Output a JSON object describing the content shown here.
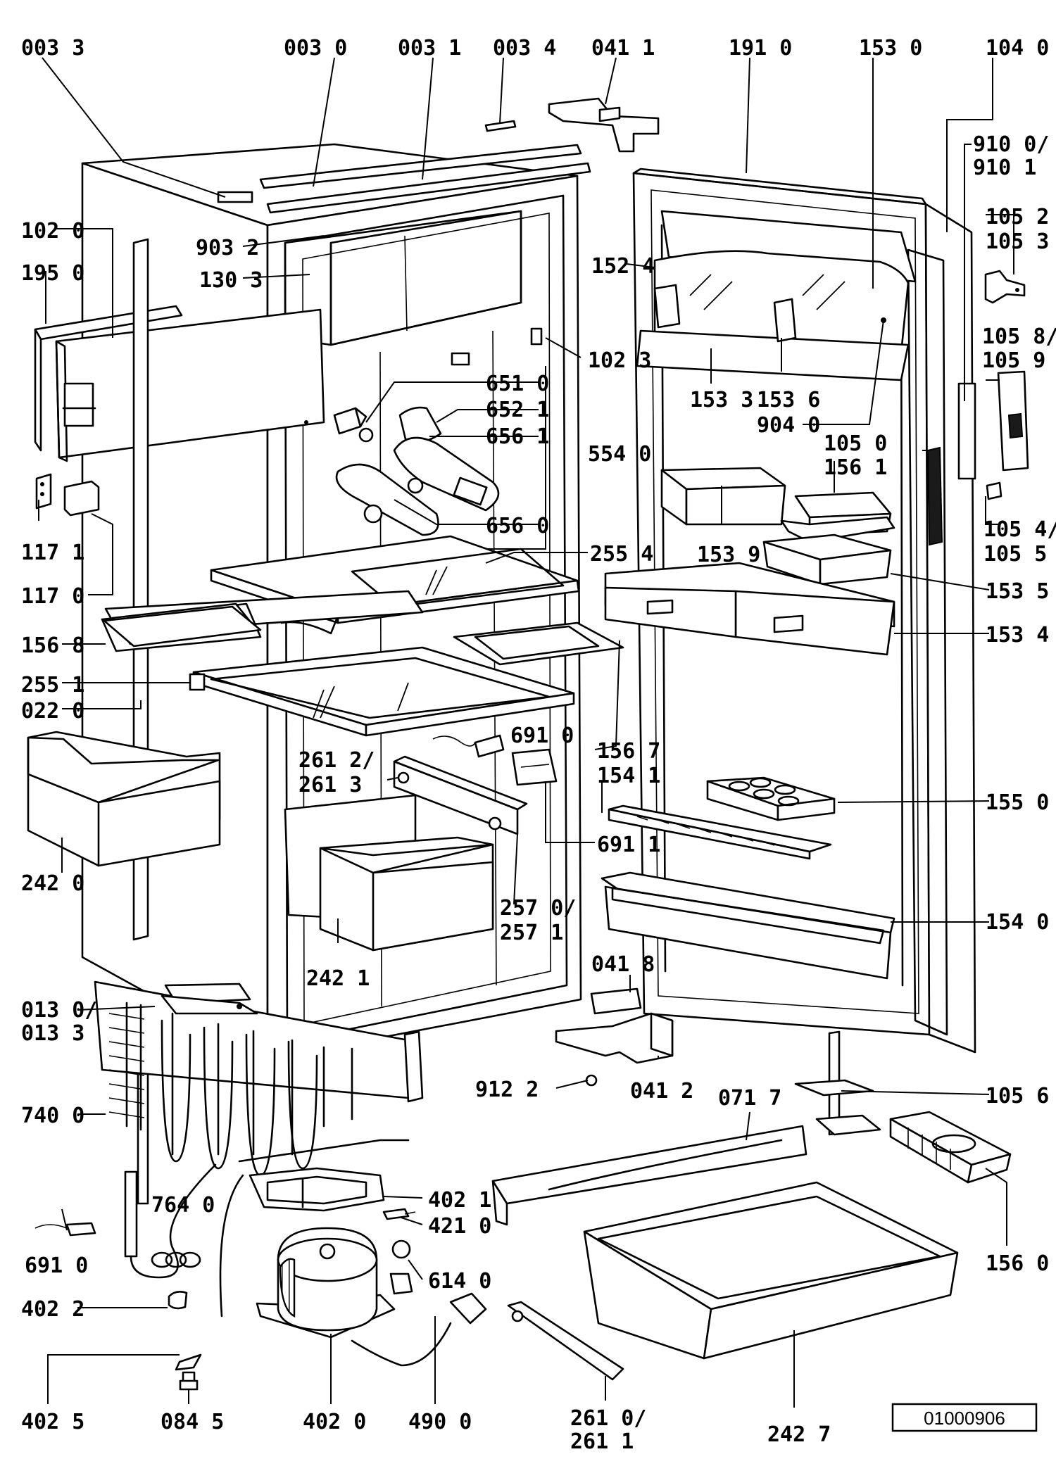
{
  "labels": [
    "003 3",
    "003 0",
    "003 1",
    "003 4",
    "041 1",
    "191 0",
    "153 0",
    "104 0",
    "910 0/",
    "910 1",
    "105 2",
    "105 3",
    "102 0",
    "903 2",
    "195 0",
    "130 3",
    "152 4",
    "105 8/",
    "105 9",
    "102 3",
    "651 0",
    "652 1",
    "656 1",
    "153 3",
    "153 6",
    "904 0",
    "554 0",
    "105 0",
    "156 1",
    "105 4/",
    "105 5",
    "117 1",
    "656 0",
    "153 9",
    "255 4",
    "117 0",
    "153 5",
    "156 8",
    "153 4",
    "255 1",
    "022 0",
    "691 0",
    "156 7",
    "261 2/",
    "261 3",
    "154 1",
    "155 0",
    "691 1",
    "242 0",
    "257 0/",
    "257 1",
    "154 0",
    "242 1",
    "041 8",
    "013 0/",
    "013 3",
    "912 2",
    "041 2",
    "071 7",
    "105 6",
    "740 0",
    "402 1",
    "764 0",
    "421 0",
    "691 0",
    "614 0",
    "156 0",
    "402 2",
    "402 5",
    "084 5",
    "402 0",
    "490 0",
    "261 0/",
    "261 1",
    "242 7"
  ],
  "drawing_number": "01000906"
}
